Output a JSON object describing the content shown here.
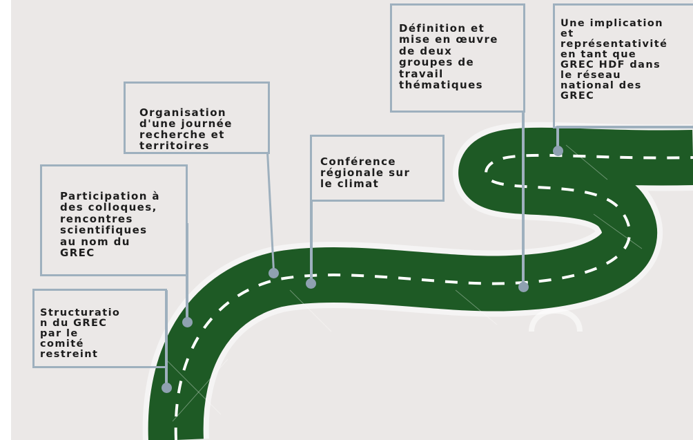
{
  "colors": {
    "background": "#ebe8e7",
    "road": "#1e5a25",
    "road_edge": "#f7f7f7",
    "lane_marking": "#ffffff",
    "box_border": "#9eb0be",
    "pin": "#8fa1b1",
    "text": "#1d1d1d"
  },
  "milestones": [
    {
      "id": "structuration",
      "text": "Structuratio\nn du GREC\npar le\ncomité\nrestreint"
    },
    {
      "id": "participation",
      "text": "Participation à\ndes colloques,\nrencontres\nscientifiques\nau nom du\nGREC"
    },
    {
      "id": "organisation",
      "text": "Organisation\nd'une journée\nrecherche et\nterritoires"
    },
    {
      "id": "conference",
      "text": "Conférence\nrégionale sur\nle climat"
    },
    {
      "id": "definition",
      "text": "Définition et\nmise en œuvre\nde deux\ngroupes de\ntravail\nthématiques"
    },
    {
      "id": "implication",
      "text": "Une implication\net\nreprésentativité\nen tant que\nGREC HDF dans\nle réseau\nnational des\nGREC"
    }
  ]
}
